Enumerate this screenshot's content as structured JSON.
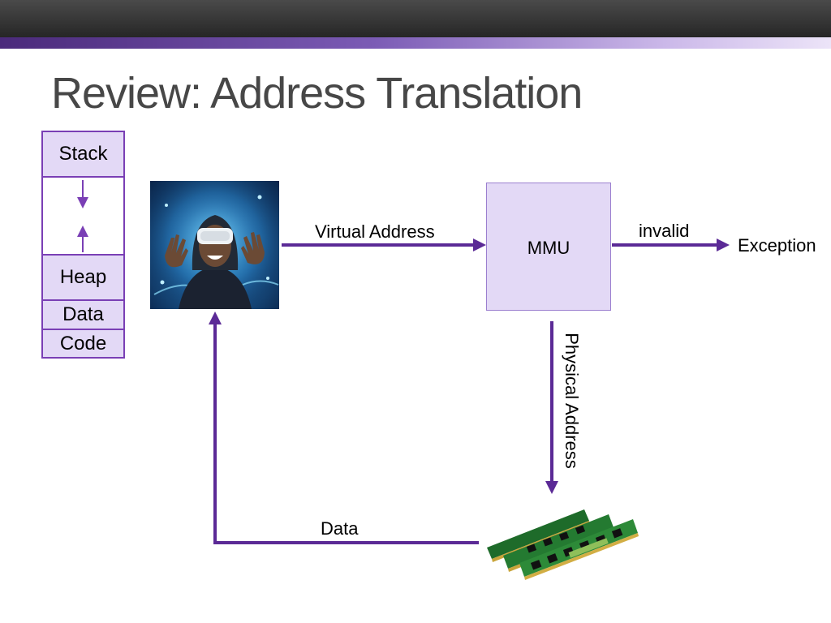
{
  "slide": {
    "title": "Review: Address Translation"
  },
  "memory_layout": {
    "stack": "Stack",
    "heap": "Heap",
    "data": "Data",
    "code": "Code"
  },
  "diagram": {
    "mmu": "MMU",
    "virtual_address": "Virtual Address",
    "invalid": "invalid",
    "exception": "Exception",
    "physical_address": "Physical Address",
    "data": "Data"
  },
  "colors": {
    "accent": "#5b2a96",
    "box_fill": "#e3d9f6",
    "box_border": "#7a3fb5",
    "title": "#474747"
  }
}
